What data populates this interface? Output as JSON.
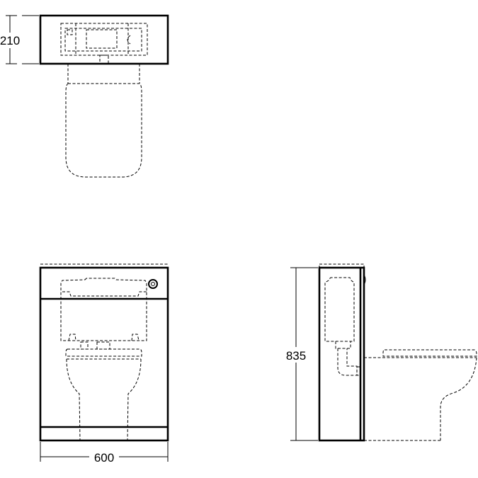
{
  "drawing": {
    "plan_view": {
      "dimension_depth": "210"
    },
    "front_view": {
      "dimension_width": "600"
    },
    "side_view": {
      "dimension_height": "835"
    }
  },
  "colors": {
    "line": "#000000",
    "background": "#ffffff"
  }
}
